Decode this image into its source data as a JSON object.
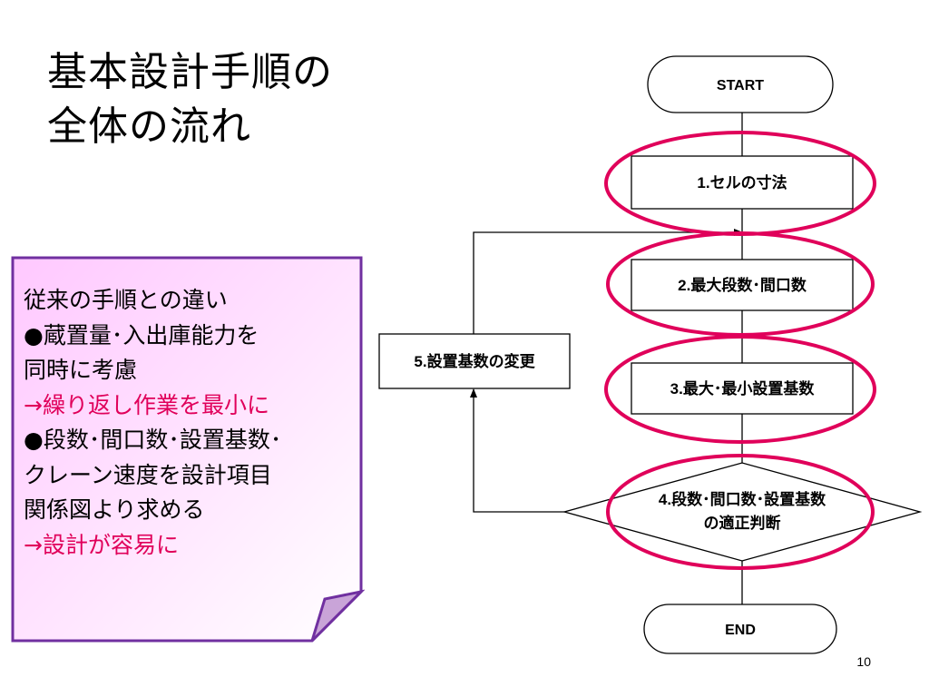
{
  "title": {
    "line1": "基本設計手順の",
    "line2": "全体の流れ"
  },
  "note": {
    "lines": [
      {
        "text": "従来の手順との違い",
        "highlight": false
      },
      {
        "text": "●蔵置量･入出庫能力を",
        "highlight": false
      },
      {
        "text": "同時に考慮",
        "highlight": false
      },
      {
        "text": "→繰り返し作業を最小に",
        "highlight": true
      },
      {
        "text": "●段数･間口数･設置基数･",
        "highlight": false
      },
      {
        "text": "クレーン速度を設計項目",
        "highlight": false
      },
      {
        "text": "関係図より求める",
        "highlight": false
      },
      {
        "text": "→設計が容易に",
        "highlight": true
      }
    ]
  },
  "flowchart": {
    "start": "START",
    "step1": "1.セルの寸法",
    "step2": "2.最大段数･間口数",
    "step3": "3.最大･最小設置基数",
    "decision_line1": "4.段数･間口数･設置基数",
    "decision_line2": "の適正判断",
    "loop_step": "5.設置基数の変更",
    "end": "END"
  },
  "colors": {
    "highlight_ellipse": "#e0005a",
    "note_fill": "#ffd9ff",
    "note_border": "#7030a0",
    "accent_text": "#e0005a"
  },
  "page_number": "10"
}
